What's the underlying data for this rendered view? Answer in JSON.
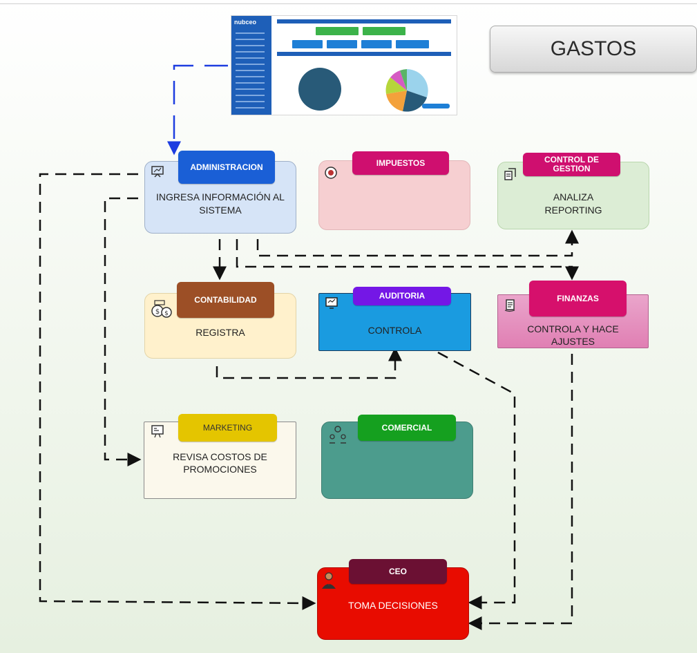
{
  "title": "GASTOS",
  "nodes": {
    "administracion": {
      "tag": "ADMINISTRACION",
      "text_l1": "INGRESA INFORMACIÓN AL",
      "text_l2": "SISTEMA",
      "tag_color": "#1a5fd6",
      "box_color": "#d6e4f7"
    },
    "impuestos": {
      "tag": "IMPUESTOS",
      "text_l1": "",
      "text_l2": "",
      "tag_color": "#cf0f6f",
      "box_color": "#f6cfd1"
    },
    "control_gestion": {
      "tag_l1": "CONTROL DE",
      "tag_l2": "GESTION",
      "text_l1": "ANALIZA",
      "text_l2": "REPORTING",
      "tag_color": "#cf0f6f",
      "box_color": "#dcedd5"
    },
    "contabilidad": {
      "tag": "CONTABILIDAD",
      "text_l1": "REGISTRA",
      "tag_color": "#9c4f26",
      "box_color": "#fff1cc"
    },
    "auditoria": {
      "tag": "AUDITORIA",
      "text_l1": "CONTROLA",
      "tag_color": "#7417e6",
      "box_color": "#1a9be0"
    },
    "finanzas": {
      "tag": "FINANZAS",
      "text_l1": "CONTROLA Y HACE",
      "text_l2": "AJUSTES",
      "tag_color": "#d6106c",
      "box_color": "#e58fbd"
    },
    "marketing": {
      "tag": "MARKETING",
      "text_l1": "REVISA COSTOS DE",
      "text_l2": "PROMOCIONES",
      "tag_color": "#e4c500",
      "box_color": "#fbf8ec"
    },
    "comercial": {
      "tag": "COMERCIAL",
      "text_l1": "",
      "tag_color": "#15a01f",
      "box_color": "#4c9c8d"
    },
    "ceo": {
      "tag": "CEO",
      "text_l1": "TOMA DECISIONES",
      "tag_color": "#6b1033",
      "box_color": "#e80c00"
    }
  },
  "dashboard": {
    "logo": "nubceo"
  }
}
